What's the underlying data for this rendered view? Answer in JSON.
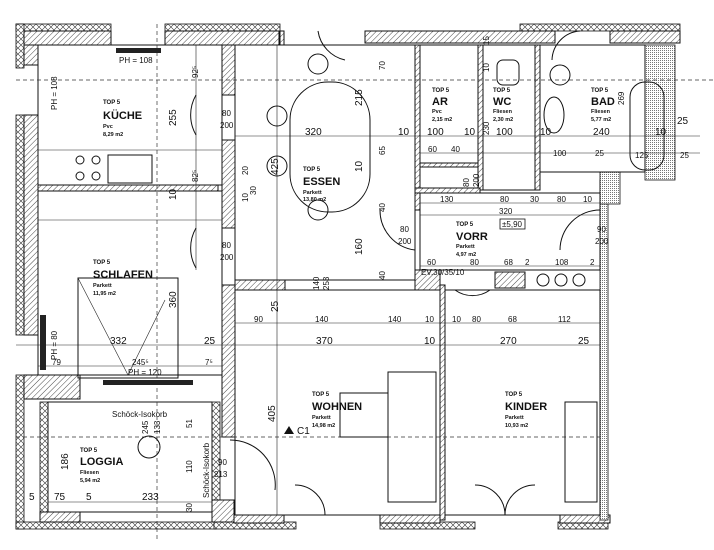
{
  "plan": {
    "rooms": [
      {
        "top": "TOP 5",
        "name": "KÜCHE",
        "floor": "Pvc",
        "area": "8,29 m2"
      },
      {
        "top": "TOP 5",
        "name": "ESSEN",
        "floor": "Parkett",
        "area": "13,80 m2"
      },
      {
        "top": "TOP 5",
        "name": "AR",
        "floor": "Pvc",
        "area": "2,15 m2"
      },
      {
        "top": "TOP 5",
        "name": "WC",
        "floor": "Fliesen",
        "area": "2,30 m2"
      },
      {
        "top": "TOP 5",
        "name": "BAD",
        "floor": "Fliesen",
        "area": "5,77 m2"
      },
      {
        "top": "TOP 5",
        "name": "VORR",
        "floor": "Parkett",
        "area": "4,97 m2"
      },
      {
        "top": "TOP 5",
        "name": "SCHLAFEN",
        "floor": "Parkett",
        "area": "11,95 m2"
      },
      {
        "top": "TOP 5",
        "name": "WOHNEN",
        "floor": "Parkett",
        "area": "14,98 m2"
      },
      {
        "top": "TOP 5",
        "name": "KINDER",
        "floor": "Parkett",
        "area": "10,93 m2"
      },
      {
        "top": "TOP 5",
        "name": "LOGGIA",
        "floor": "Fliesen",
        "area": "5,94 m2"
      }
    ],
    "notes": {
      "ph_kitchen_top": "PH = 108",
      "ph_kitchen_side": "PH = 108",
      "ph_bedroom_side": "PH = 80",
      "ph_bedroom_bottom": "PH = 120",
      "isokorb_h": "Schöck-Isokorb",
      "isokorb_v": "Schöck-Isokorb",
      "ev": "EV.30/35/10",
      "level": "±5,90",
      "section": "C1"
    },
    "dims": [
      "320",
      "10",
      "100",
      "10",
      "100",
      "10",
      "240",
      "10",
      "25",
      "255",
      "425",
      "215",
      "160",
      "332",
      "25",
      "370",
      "10",
      "270",
      "25",
      "90",
      "140",
      "140",
      "10",
      "10",
      "80",
      "68",
      "112",
      "360",
      "405",
      "186",
      "233",
      "75",
      "5",
      "5",
      "130",
      "80",
      "30",
      "80",
      "10",
      "320",
      "60",
      "40",
      "100",
      "25",
      "125",
      "25",
      "60",
      "80",
      "68",
      "108",
      "2",
      "2",
      "245⁵",
      "79",
      "7⁵",
      "92⁵",
      "82⁵",
      "70",
      "65",
      "40",
      "40",
      "15",
      "10",
      "230",
      "269",
      "80",
      "200",
      "80",
      "200",
      "80",
      "200",
      "80",
      "200",
      "90",
      "200",
      "90",
      "213",
      "51",
      "110",
      "30",
      "245",
      "133",
      "25",
      "140",
      "253",
      "10",
      "20",
      "30",
      "10",
      "10"
    ]
  }
}
